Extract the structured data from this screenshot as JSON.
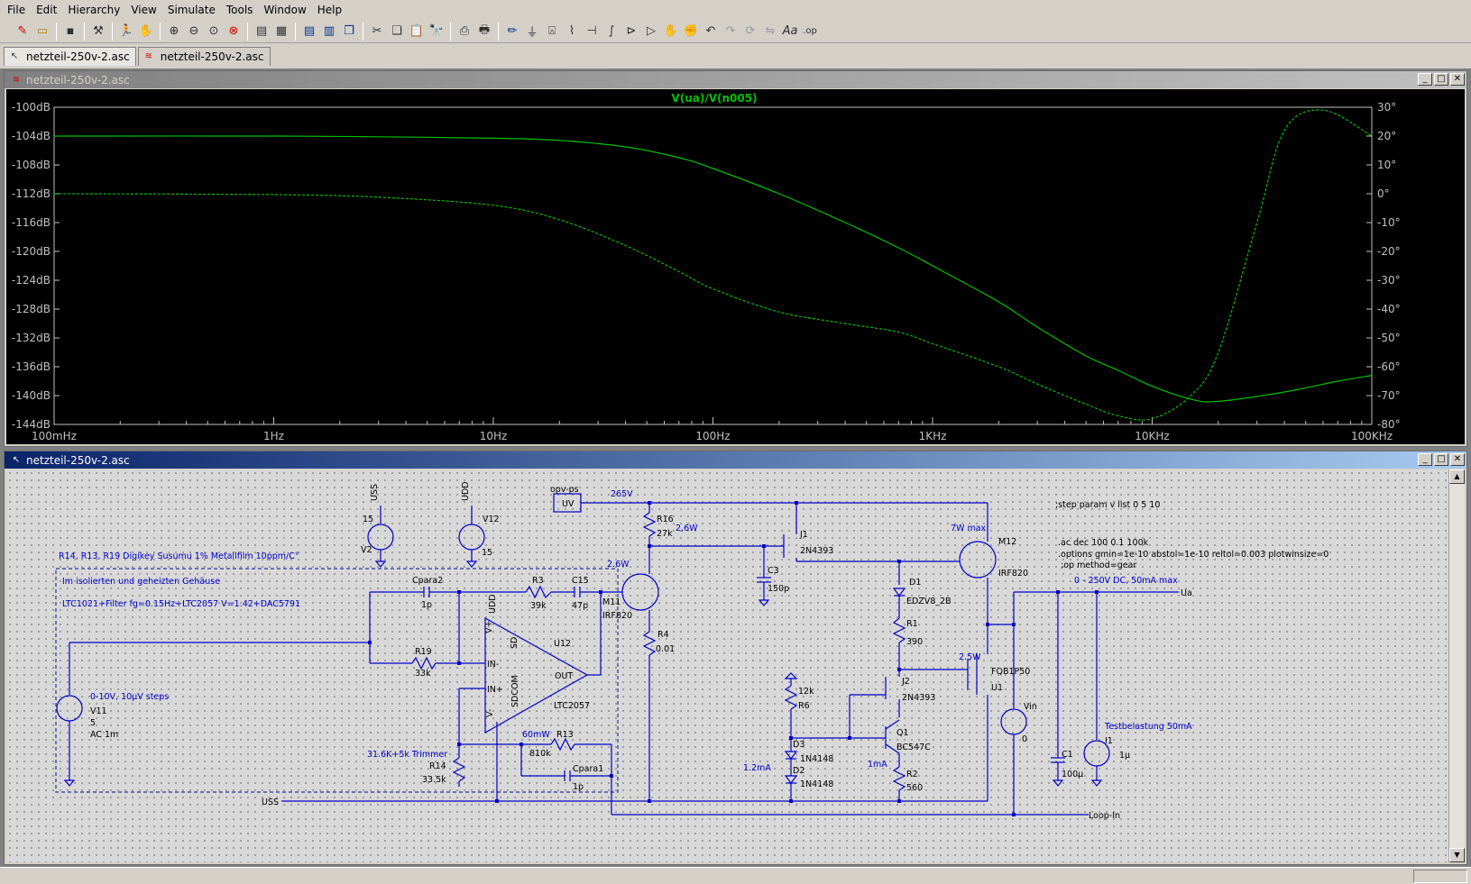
{
  "menu": [
    "File",
    "Edit",
    "Hierarchy",
    "View",
    "Simulate",
    "Tools",
    "Window",
    "Help"
  ],
  "toolbar_icons": [
    "new-schematic-icon",
    "open-icon",
    "save-icon",
    "control-panel-icon",
    "run-icon",
    "halt-icon",
    "zoom-in-icon",
    "zoom-out-icon",
    "zoom-fit-icon",
    "zoom-cancel-icon",
    "autorange-icon",
    "grid-icon",
    "tile-horizontal-icon",
    "tile-vertical-icon",
    "cascade-icon",
    "cut-icon",
    "copy-icon",
    "paste-icon",
    "find-icon",
    "print-setup-icon",
    "print-icon",
    "wire-icon",
    "ground-icon",
    "label-icon",
    "resistor-icon",
    "capacitor-icon",
    "inductor-icon",
    "diode-icon",
    "component-icon",
    "move-icon",
    "drag-icon",
    "undo-icon",
    "redo-icon",
    "rotate-icon",
    "mirror-icon",
    "text-icon",
    "spice-directive-icon"
  ],
  "tabs": [
    {
      "label": "netzteil-250v-2.asc",
      "icon": "schematic-icon"
    },
    {
      "label": "netzteil-250v-2.asc",
      "icon": "waveform-icon"
    }
  ],
  "plot_window": {
    "title": "netzteil-250v-2.asc",
    "trace_label": "V(ua)/V(n005)",
    "trace_color": "#00c000"
  },
  "schematic_window": {
    "title": "netzteil-250v-2.asc"
  },
  "window_buttons": {
    "minimize": "_",
    "maximize": "□",
    "close": "✕"
  },
  "chart_data": {
    "type": "line",
    "title": "V(ua)/V(n005)",
    "x_scale": "log",
    "x_ticks": [
      "100mHz",
      "1Hz",
      "10Hz",
      "100Hz",
      "1KHz",
      "10KHz",
      "100KHz"
    ],
    "x_range_hz": [
      0.1,
      100000
    ],
    "y_left_ticks": [
      "-100dB",
      "-104dB",
      "-108dB",
      "-112dB",
      "-116dB",
      "-120dB",
      "-124dB",
      "-128dB",
      "-132dB",
      "-136dB",
      "-140dB",
      "-144dB"
    ],
    "y_left_range": [
      -144,
      -100
    ],
    "y_right_ticks": [
      "30°",
      "20°",
      "10°",
      "0°",
      "-10°",
      "-20°",
      "-30°",
      "-40°",
      "-50°",
      "-60°",
      "-70°",
      "-80°"
    ],
    "y_right_range": [
      -80,
      30
    ],
    "grid": false,
    "series": [
      {
        "name": "V(ua)/V(n005)",
        "axis": "left",
        "style": "solid",
        "x": [
          0.1,
          1,
          3,
          10,
          20,
          40,
          70,
          100,
          200,
          400,
          700,
          1000,
          2000,
          3000,
          5000,
          7000,
          10000,
          15000,
          20000,
          40000,
          70000,
          100000
        ],
        "y": [
          -104,
          -104,
          -104.1,
          -104.3,
          -104.6,
          -105.5,
          -107,
          -108.5,
          -112,
          -116,
          -119.5,
          -122,
          -127,
          -130.5,
          -134.5,
          -136.5,
          -138.7,
          -140.5,
          -140.8,
          -139.5,
          -138,
          -137.2
        ]
      },
      {
        "name": "V(ua)/V(n005) phase",
        "axis": "right",
        "style": "dashed",
        "x": [
          0.1,
          1,
          3,
          10,
          20,
          40,
          70,
          100,
          200,
          400,
          700,
          1000,
          2000,
          3000,
          5000,
          7000,
          10000,
          15000,
          20000,
          30000,
          40000,
          60000,
          100000
        ],
        "y": [
          0,
          -0.3,
          -1.2,
          -4,
          -9,
          -18,
          -27,
          -33,
          -41,
          -45,
          -48,
          -52,
          -60,
          -66,
          -73,
          -77,
          -78,
          -70,
          -55,
          -10,
          22,
          29,
          20
        ]
      }
    ]
  },
  "schematic": {
    "labels": [
      "USS",
      "UDD",
      "15",
      "V2",
      "V12",
      "15",
      "opv-ps",
      "UV",
      "265V",
      "R16",
      "27k",
      "2,6W",
      "J1",
      "2N4393",
      "C3",
      "150p",
      "7W max",
      "M12",
      "IRF820",
      "R14, R13, R19 Digikey Susumu 1% Metallfilm 10ppm/C°",
      "Im isolierten und geheizten Gehäuse",
      "LTC1021+Filter fg=0.15Hz+LTC2057 V=1.42+DAC5791",
      "Cpara2",
      "1p",
      "R3",
      "39k",
      "C15",
      "47p",
      "2.6W",
      "M11",
      "IRF820",
      "R4",
      "0.01",
      "D1",
      "EDZV8_2B",
      "R1",
      "390",
      "R19",
      "33k",
      "UDD",
      "V+",
      "U12",
      "IN-",
      "OUT",
      "IN+",
      "SDCOM",
      "LTC2057",
      "V-",
      "SD",
      "0-10V, 10µV steps",
      "V11",
      "5",
      "AC 1m",
      "60mW",
      "R13",
      "810k",
      "31.6K+5k Trimmer",
      "R14",
      "33.5k",
      "Cpara1",
      "1p",
      "USS",
      "12k",
      "R6",
      "D3",
      "1N4148",
      "1.2mA",
      "D2",
      "1N4148",
      "J2",
      "2N4393",
      "Q1",
      "BC547C",
      "1mA",
      "R2",
      "560",
      "2.5W",
      "FQB1P50",
      "U1",
      "Vin",
      "0",
      "C1",
      "100µ",
      "Testbelastung 50mA",
      "I1",
      "1µ",
      "0 - 250V DC, 50mA max",
      "Ua",
      "Loop-In",
      ";step param v list 0 5 10",
      ".ac dec 100 0.1 100k",
      ".options gmin=1e-10 abstol=1e-10 reltol=0.003 plotwinsize=0",
      ";op method=gear"
    ]
  }
}
